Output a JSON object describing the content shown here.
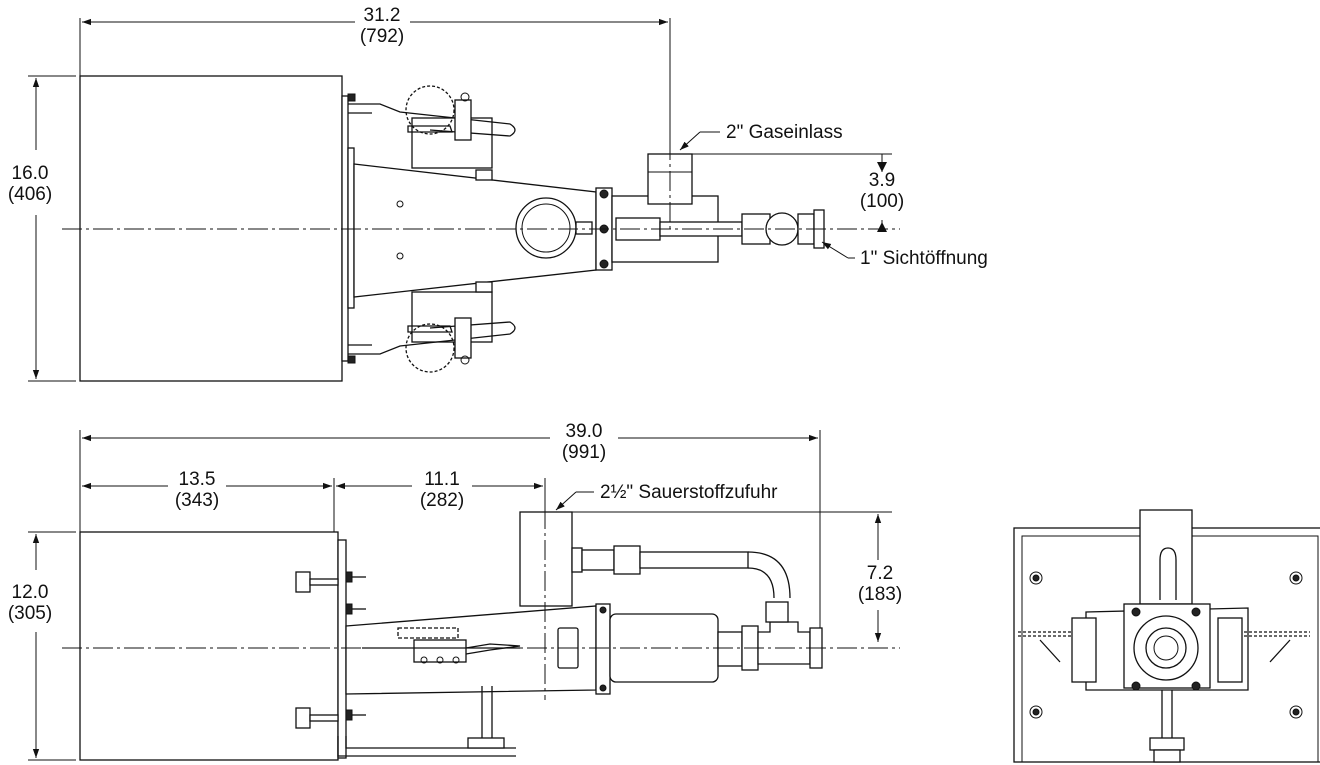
{
  "top_view": {
    "dim_width": {
      "value": "31.2",
      "metric": "(792)"
    },
    "dim_height": {
      "value": "16.0",
      "metric": "(406)"
    },
    "dim_offset": {
      "value": "3.9",
      "metric": "(100)"
    },
    "label_gas_inlet": "2\" Gaseinlass",
    "label_sight_port": "1\" Sichtöffnung"
  },
  "side_view": {
    "dim_total": {
      "value": "39.0",
      "metric": "(991)"
    },
    "dim_body": {
      "value": "13.5",
      "metric": "(343)"
    },
    "dim_offset": {
      "value": "11.1",
      "metric": "(282)"
    },
    "dim_height": {
      "value": "12.0",
      "metric": "(305)"
    },
    "dim_inlet_height": {
      "value": "7.2",
      "metric": "(183)"
    },
    "label_oxygen": "2½\" Sauerstoffzufuhr"
  }
}
